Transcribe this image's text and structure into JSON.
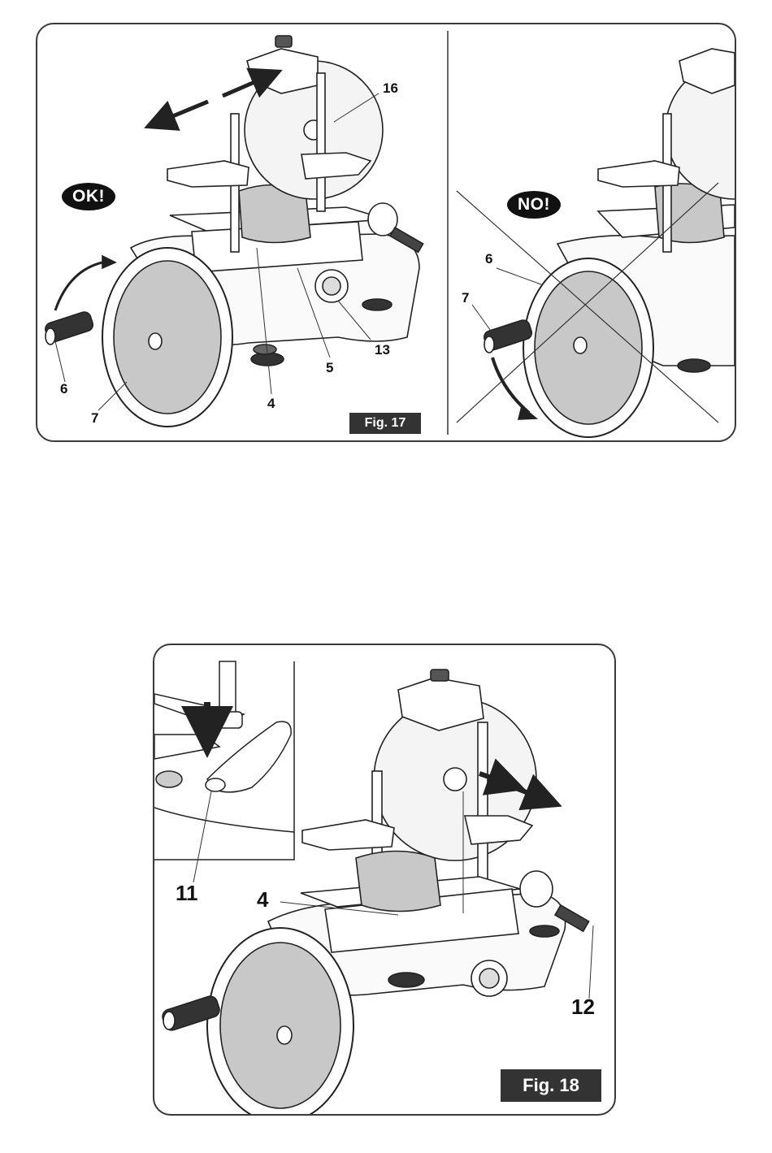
{
  "fig17": {
    "label": "Fig. 17",
    "ok_badge": "OK!",
    "no_badge": "NO!",
    "left_callouts": {
      "c16": "16",
      "c13": "13",
      "c5": "5",
      "c4": "4",
      "c6": "6",
      "c7": "7"
    },
    "right_callouts": {
      "c6": "6",
      "c7": "7"
    }
  },
  "fig18": {
    "label": "Fig. 18",
    "callouts": {
      "c11": "11",
      "c4": "4",
      "c12": "12"
    }
  },
  "colors": {
    "line": "#222222",
    "panel_gray": "#c8c8c8",
    "dark_gray": "#333333",
    "badge": "#111111"
  }
}
